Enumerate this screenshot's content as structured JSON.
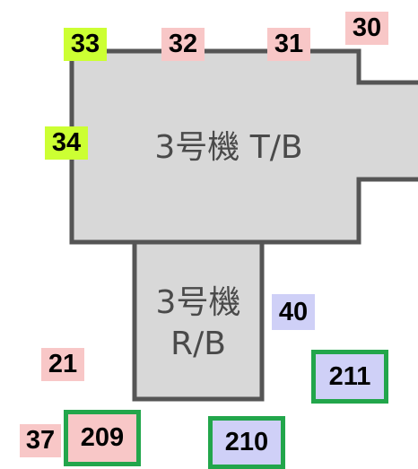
{
  "colors": {
    "building_fill": "#d8d8d8",
    "building_stroke": "#555555",
    "pink": "#f8c7c7",
    "green_yellow": "#ccff33",
    "lavender": "#cfd0f7",
    "box_green": "#22a64b",
    "label_text": "#4a4a4a"
  },
  "buildings": {
    "turbine": {
      "name": "3号機 T/B"
    },
    "reactor": {
      "line1": "3号機",
      "line2": "R/B"
    }
  },
  "markers": [
    {
      "id": "30",
      "color": "pink"
    },
    {
      "id": "31",
      "color": "pink"
    },
    {
      "id": "32",
      "color": "pink"
    },
    {
      "id": "33",
      "color": "green_yellow"
    },
    {
      "id": "34",
      "color": "green_yellow"
    },
    {
      "id": "40",
      "color": "lavender"
    },
    {
      "id": "21",
      "color": "pink"
    },
    {
      "id": "37",
      "color": "pink"
    },
    {
      "id": "209",
      "color": "pink",
      "boxed": true
    },
    {
      "id": "210",
      "color": "lavender",
      "boxed": true
    },
    {
      "id": "211",
      "color": "lavender",
      "boxed": true
    }
  ]
}
